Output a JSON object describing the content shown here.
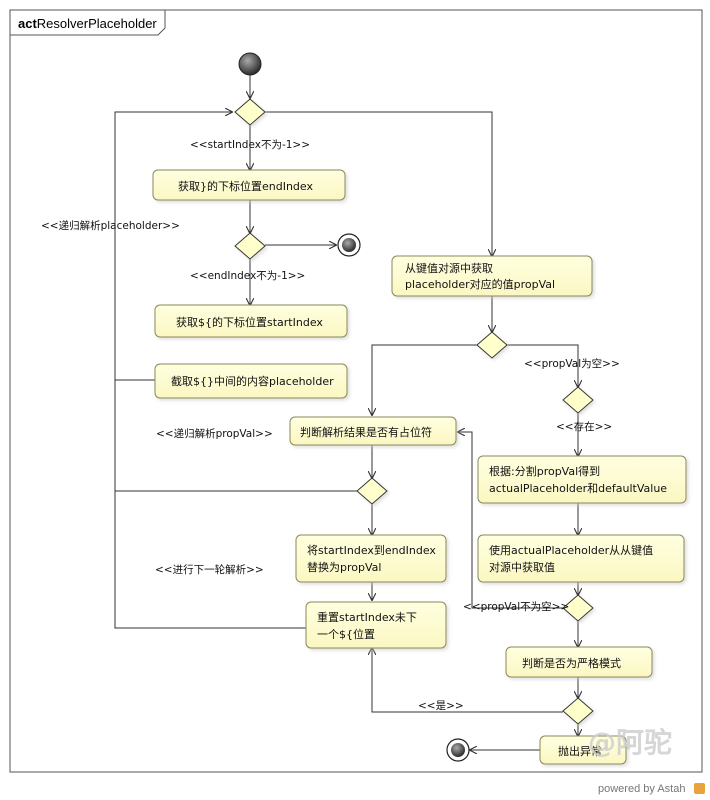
{
  "frame": {
    "keyword": "act",
    "name": "ResolverPlaceholder"
  },
  "actions": {
    "get_end_index": "获取}的下标位置endIndex",
    "get_start_index": "获取${的下标位置startIndex",
    "extract_placeholder": "截取${}中间的内容placeholder",
    "lookup_prop_val": [
      "从键值对源中获取",
      "placeholder对应的值propVal"
    ],
    "check_has_placeholder": "判断解析结果是否有占位符",
    "split_prop_val": [
      "根据:分割propVal得到",
      "actualPlaceholder和defaultValue"
    ],
    "get_value_with_actual": [
      "使用actualPlaceholder从从键值",
      "对源中获取值"
    ],
    "replace_with_prop_val": [
      "将startIndex到endIndex",
      "替换为propVal"
    ],
    "reset_start_index": [
      "重置startIndex未下",
      "一个${位置"
    ],
    "check_strict_mode": "判断是否为严格模式",
    "throw_exception": "抛出异常"
  },
  "guards": {
    "start_index_not_neg": "<<startIndex不为-1>>",
    "end_index_not_neg": "<<endIndex不为-1>>",
    "recursive_placeholder": "<<递归解析placeholder>>",
    "prop_val_empty": "<<propVal为空>>",
    "exists": "<<存在>>",
    "recursive_prop_val": "<<递归解析propVal>>",
    "next_round": "<<进行下一轮解析>>",
    "prop_val_not_empty": "<<propVal不为空>>",
    "is_yes": "<<是>>"
  },
  "footer": {
    "powered_by": "powered by Astah",
    "watermark": "@阿驼"
  },
  "colors": {
    "action_fill": "#ffffcc",
    "action_stroke": "#8a8a5a",
    "decision_fill": "#ffffcc",
    "line": "#333333",
    "initial_fill": "#444444",
    "brand_accent": "#e8a33c"
  }
}
